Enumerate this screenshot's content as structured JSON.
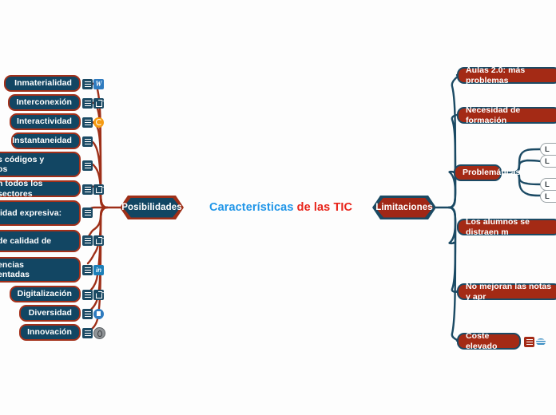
{
  "center": {
    "title_primary": "Características",
    "title_secondary": "de las TIC"
  },
  "branches": {
    "left": {
      "label": "Posibilidades"
    },
    "right": {
      "label": "Limitaciones"
    }
  },
  "left_nodes": [
    {
      "label": "Inmaterialidad",
      "icons": [
        "note-icon",
        "wordpress-icon"
      ]
    },
    {
      "label": "Interconexión",
      "icons": [
        "note-icon",
        "external-link-icon"
      ]
    },
    {
      "label": "Interactividad",
      "icons": [
        "note-icon",
        "refresh-icon"
      ]
    },
    {
      "label": "Instantaneidad",
      "icons": [
        "note-icon"
      ]
    },
    {
      "label": "s códigos y\nos",
      "icons": [
        "note-icon"
      ]
    },
    {
      "label": "n todos los sectores",
      "icons": [
        "note-icon",
        "external-link-icon"
      ]
    },
    {
      "label": "lidad expresiva:",
      "icons": [
        "note-icon"
      ]
    },
    {
      "label": "de calidad de",
      "icons": [
        "note-icon",
        "external-link-icon"
      ]
    },
    {
      "label": "encias\nentadas",
      "icons": [
        "note-icon",
        "linkedin-icon"
      ]
    },
    {
      "label": "Digitalización",
      "icons": [
        "note-icon",
        "external-link-icon"
      ]
    },
    {
      "label": "Diversidad",
      "icons": [
        "note-icon",
        "blue-circle-icon"
      ]
    },
    {
      "label": "Innovación",
      "icons": [
        "note-icon",
        "gray-circle-icon"
      ]
    }
  ],
  "right_nodes": [
    {
      "label": "Aulas 2.0: más problemas",
      "icons": []
    },
    {
      "label": "Necesidad de formación",
      "icons": []
    },
    {
      "label": "Problemáticas",
      "icons": []
    },
    {
      "label": "Los alumnos se distraen m",
      "icons": []
    },
    {
      "label": "No mejoran las notas y apr",
      "icons": []
    },
    {
      "label": "Coste elevado",
      "icons": [
        "note-icon-red",
        "globe-icon"
      ]
    }
  ],
  "problematicas_children": [
    {
      "label": "L"
    },
    {
      "label": "L"
    },
    {
      "label": "L"
    },
    {
      "label": "L"
    }
  ],
  "colors": {
    "navy": "#124663",
    "red": "#a42a15",
    "title_blue": "#2196e8",
    "title_red": "#e8241a",
    "edge_left": "#9e2f18",
    "edge_right": "#1b4a64"
  }
}
